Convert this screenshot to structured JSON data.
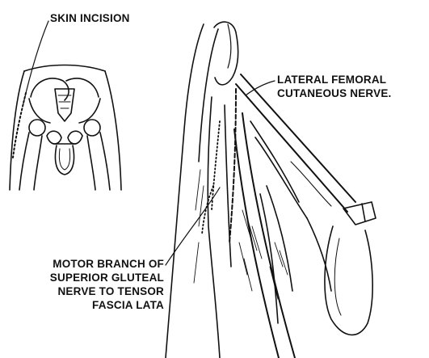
{
  "labels": {
    "skin_incision": "SKIN INCISION",
    "lateral_femoral_cutaneous_nerve": [
      "LATERAL FEMORAL",
      "CUTANEOUS NERVE."
    ],
    "motor_branch": [
      "MOTOR BRANCH OF",
      "SUPERIOR GLUTEAL",
      "NERVE TO TENSOR",
      "FASCIA LATA"
    ]
  },
  "colors": {
    "ink": "#111111",
    "background": "#ffffff"
  }
}
